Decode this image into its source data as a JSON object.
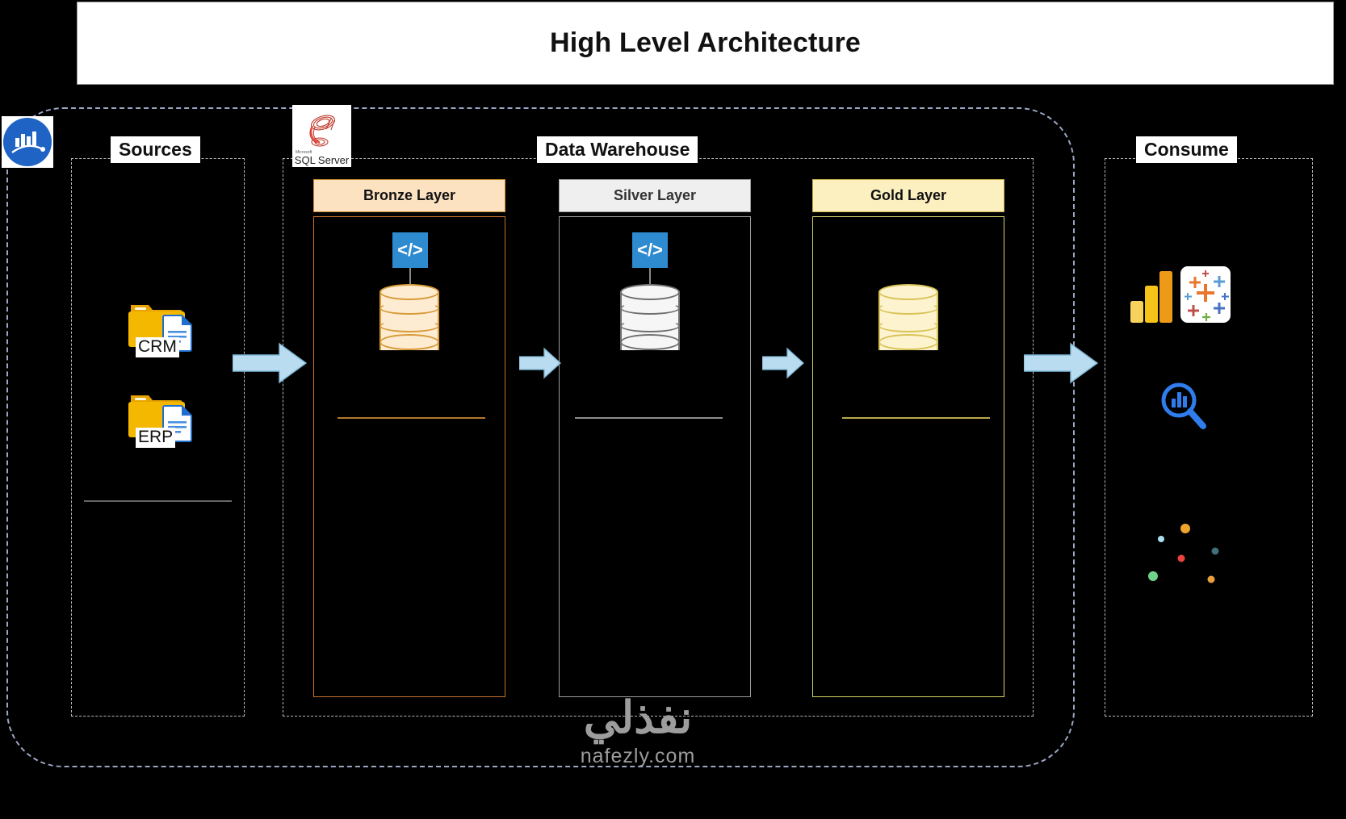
{
  "title": "High Level Architecture",
  "zones": {
    "sources": {
      "label": "Sources"
    },
    "data_warehouse": {
      "label": "Data Warehouse"
    },
    "consume": {
      "label": "Consume"
    }
  },
  "sources": {
    "platform": {
      "vendor": "Microsoft",
      "name": "SQL Server",
      "icon": "sql-server-icon"
    },
    "items": [
      {
        "label": "CRM",
        "icon": "folder-document-icon"
      },
      {
        "label": "ERP",
        "icon": "folder-document-icon"
      }
    ]
  },
  "layers": [
    {
      "id": "bronze",
      "title": "Bronze Layer",
      "header_bg": "#fde2c2",
      "border": "#c9722a",
      "db_fill": "#fdebd2",
      "db_stroke": "#d79a36",
      "has_code_icon": true,
      "code_icon_label": "</>"
    },
    {
      "id": "silver",
      "title": "Silver Layer",
      "header_bg": "#efefef",
      "border": "#9d9d9d",
      "db_fill": "#f6f6f6",
      "db_stroke": "#6f6f6f",
      "has_code_icon": true,
      "code_icon_label": "</>"
    },
    {
      "id": "gold",
      "title": "Gold Layer",
      "header_bg": "#fdf0c0",
      "border": "#d6d46a",
      "db_fill": "#fdf3cf",
      "db_stroke": "#d8c356",
      "has_code_icon": false,
      "code_icon_label": ""
    }
  ],
  "flow_arrows": [
    {
      "from": "sources",
      "to": "bronze",
      "color": "#b9dcf0"
    },
    {
      "from": "bronze",
      "to": "silver",
      "color": "#b9dcf0"
    },
    {
      "from": "silver",
      "to": "gold",
      "color": "#b9dcf0"
    },
    {
      "from": "gold",
      "to": "consume",
      "color": "#b9dcf0"
    }
  ],
  "consume": {
    "tools": [
      {
        "name": "power-bi-icon",
        "colors": [
          "#f2c811",
          "#f7b500",
          "#e8a200"
        ]
      },
      {
        "name": "tableau-icon",
        "colors": [
          "#e8762d",
          "#5b9bd5",
          "#c0504d",
          "#4472c4",
          "#70ad47"
        ]
      },
      {
        "name": "ad-hoc-analysis-icon",
        "colors": [
          "#2f7ded"
        ]
      },
      {
        "name": "scatter-dots-icon",
        "colors": [
          "#f0a42a",
          "#a8dff0",
          "#e8433f",
          "#6fd18a",
          "#3f6f7a",
          "#e8a13a"
        ]
      }
    ]
  },
  "watermark": {
    "arabic": "نفذلي",
    "latin": "nafezly.com"
  },
  "colors": {
    "background": "#000000",
    "banner_bg": "#ffffff",
    "dashed_border": "#b9b9b9",
    "outer_border": "#9aa6c4",
    "arrow": "#b9dcf0",
    "code_icon_bg": "#2e8bd0"
  }
}
